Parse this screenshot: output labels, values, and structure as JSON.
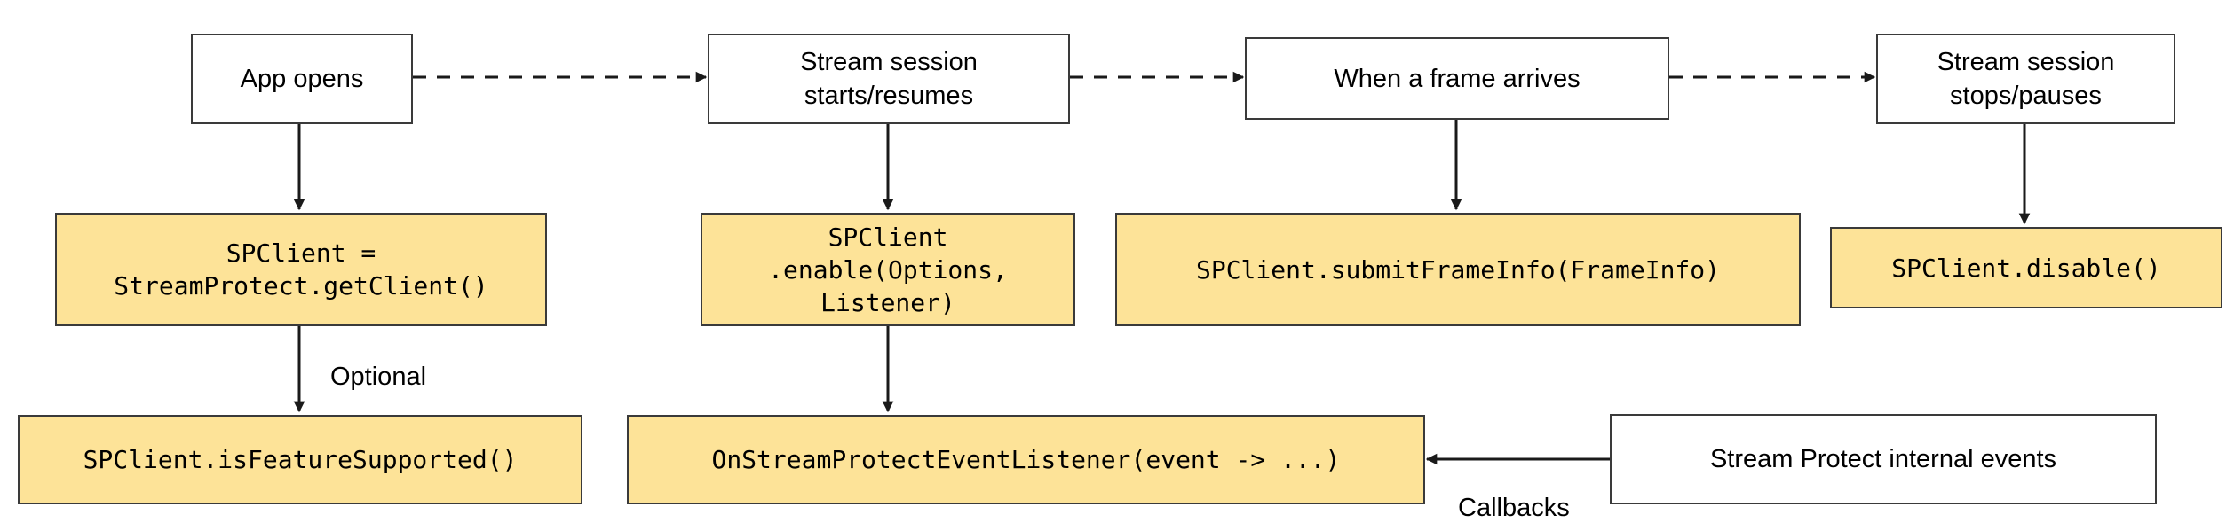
{
  "diagram": {
    "events": {
      "app_opens": "App opens",
      "session_starts": "Stream session\nstarts/resumes",
      "frame_arrives": "When a frame arrives",
      "session_stops": "Stream session\nstops/pauses",
      "internal_events": "Stream Protect internal events"
    },
    "code": {
      "get_client": "SPClient =\nStreamProtect.getClient()",
      "is_feature_supported": "SPClient.isFeatureSupported()",
      "enable": "SPClient\n.enable(Options,\nListener)",
      "event_listener": "OnStreamProtectEventListener(event -> ...)",
      "submit_frame_info": "SPClient.submitFrameInfo(FrameInfo)",
      "disable": "SPClient.disable()"
    },
    "edge_labels": {
      "optional": "Optional",
      "callbacks": "Callbacks"
    },
    "colors": {
      "code_box_fill": "#fde398",
      "event_box_fill": "#ffffff",
      "stroke": "#3a3a3a"
    }
  }
}
